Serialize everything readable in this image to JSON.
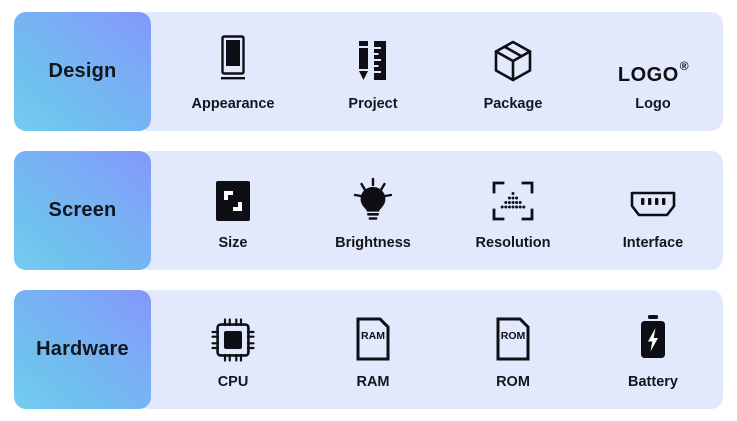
{
  "rows": [
    {
      "label": "Design",
      "name": "design",
      "features": [
        {
          "label": "Appearance",
          "icon": "phone-appearance-icon"
        },
        {
          "label": "Project",
          "icon": "pencil-ruler-icon"
        },
        {
          "label": "Package",
          "icon": "package-box-icon"
        },
        {
          "label": "Logo",
          "icon": "logo-trademark-icon",
          "glyph": "LOGO",
          "superscript": "®"
        }
      ]
    },
    {
      "label": "Screen",
      "name": "screen",
      "features": [
        {
          "label": "Size",
          "icon": "resize-corners-icon"
        },
        {
          "label": "Brightness",
          "icon": "lightbulb-icon"
        },
        {
          "label": "Resolution",
          "icon": "resolution-frame-icon"
        },
        {
          "label": "Interface",
          "icon": "hdmi-port-icon"
        }
      ]
    },
    {
      "label": "Hardware",
      "name": "hardware",
      "features": [
        {
          "label": "CPU",
          "icon": "cpu-chip-icon"
        },
        {
          "label": "RAM",
          "icon": "ram-card-icon",
          "glyph": "RAM"
        },
        {
          "label": "ROM",
          "icon": "rom-card-icon",
          "glyph": "ROM"
        },
        {
          "label": "Battery",
          "icon": "battery-bolt-icon"
        }
      ]
    }
  ],
  "colors": {
    "gradient_start": "#74cdf1",
    "gradient_end": "#8497fb",
    "panel_bg": "#e3e9fd",
    "icon": "#0d0f14",
    "text": "#14161c",
    "page_bg": "#ffffff"
  }
}
